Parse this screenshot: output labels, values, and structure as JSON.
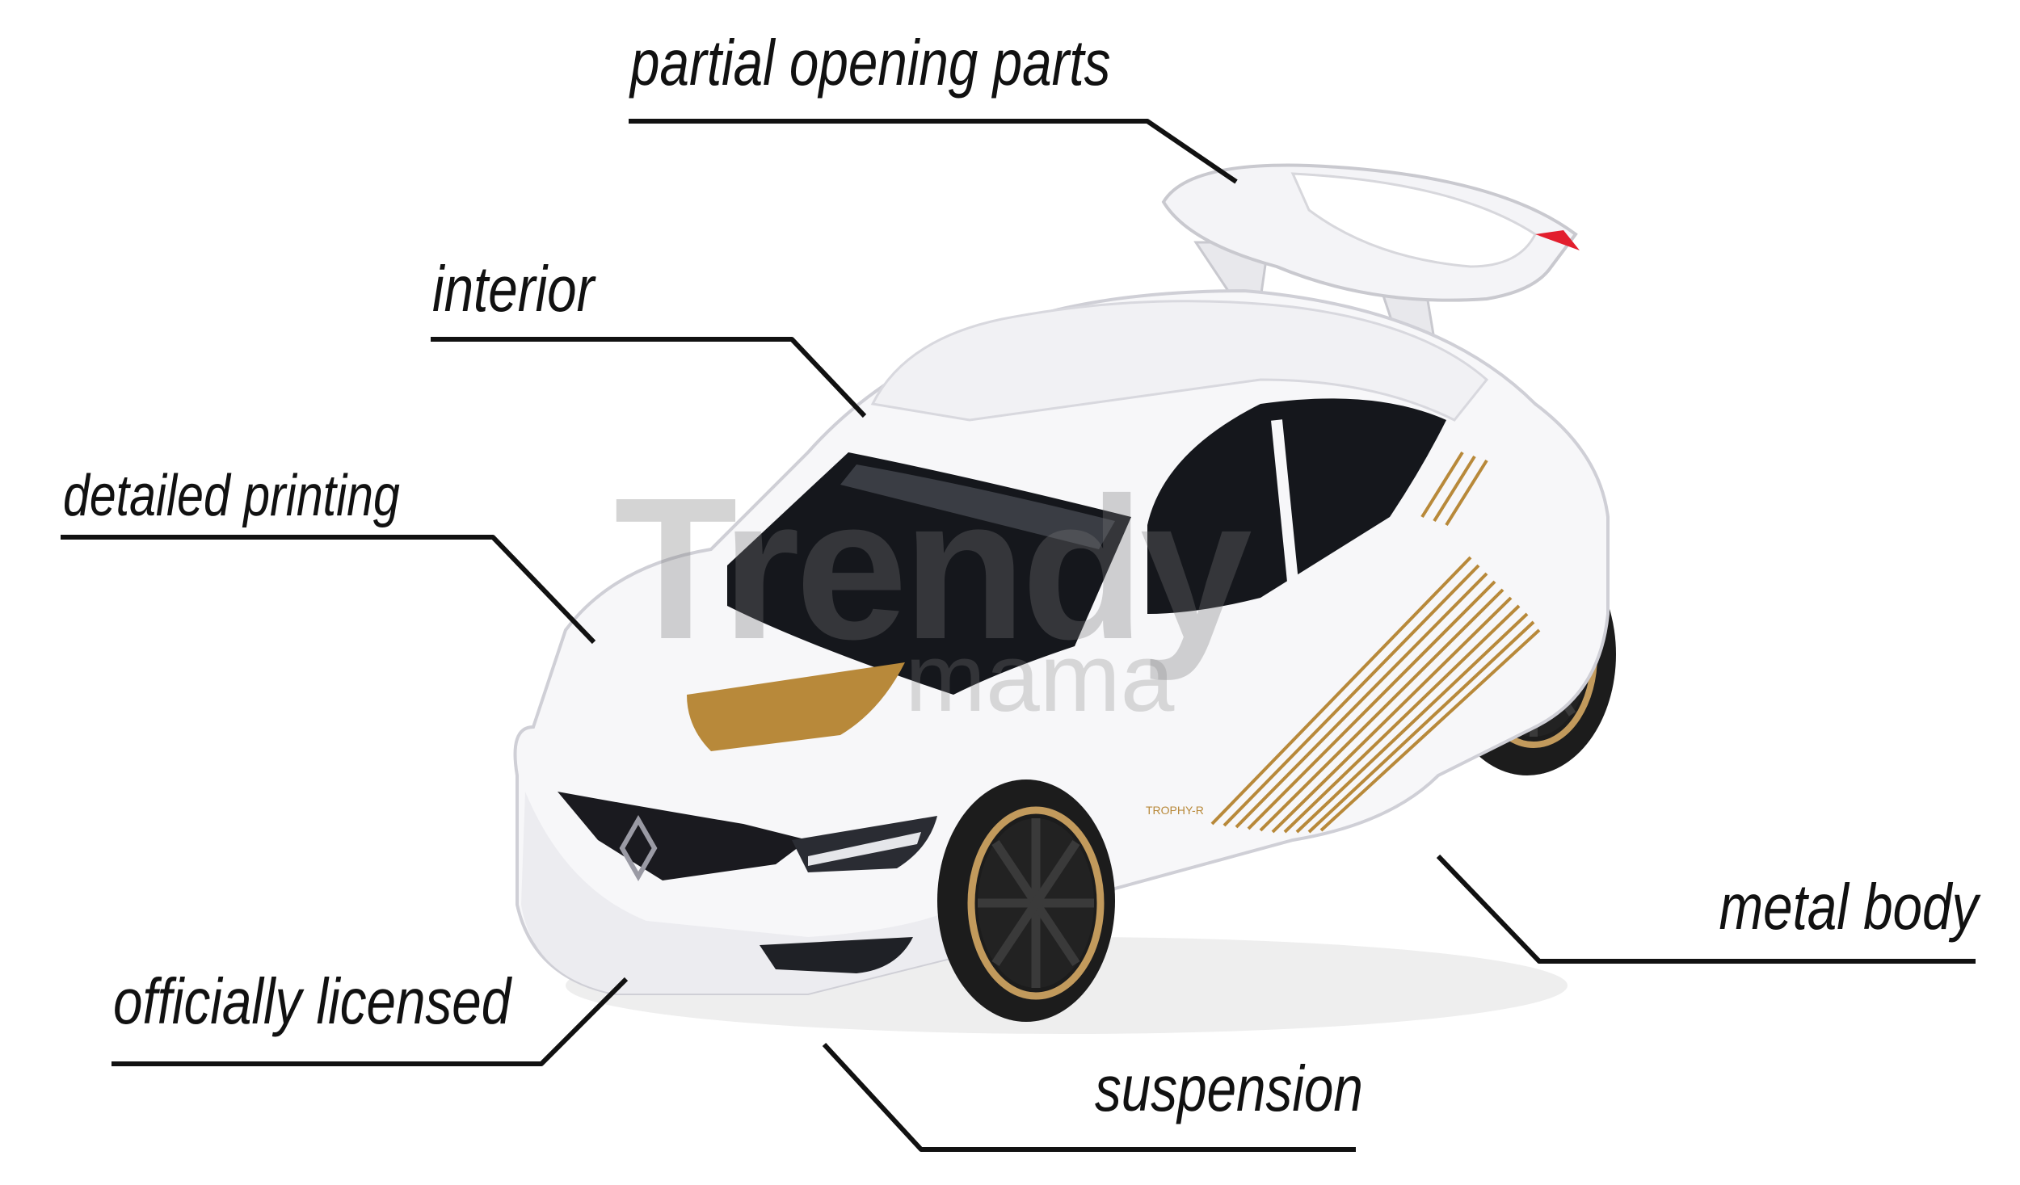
{
  "callouts": {
    "partial_opening_parts": "partial opening parts",
    "interior": "interior",
    "detailed_printing": "detailed printing",
    "officially_licensed": "officially licensed",
    "metal_body": "metal body",
    "suspension": "suspension"
  },
  "badge_text": "TROPHY-R",
  "watermark": {
    "main": "Trendy",
    "sub": "mama"
  },
  "colors": {
    "body": "#f7f7f9",
    "gold": "#b8893a",
    "glass": "#15171c",
    "tire": "#1c1c1c",
    "rim": "#222222",
    "rim_ring": "#c29a5c",
    "line": "#111111",
    "tail_light": "#e21e2d"
  },
  "icons": {
    "logo": "renault-diamond-icon"
  }
}
